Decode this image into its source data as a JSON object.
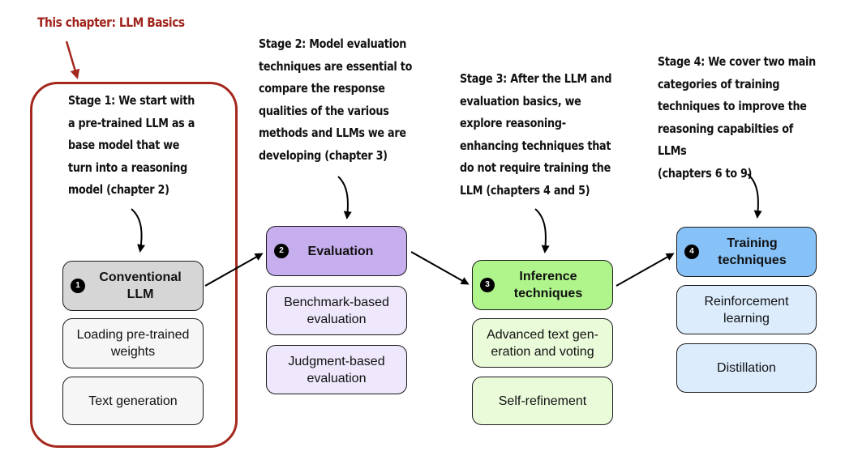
{
  "chapter_label": "This chapter: LLM Basics",
  "colors": {
    "chapter_red": "#a4281e",
    "stage1_head": "#d6d6d6",
    "stage1_item": "#f6f6f6",
    "stage2_head": "#c7aeee",
    "stage2_item": "#efe7fb",
    "stage3_head": "#b0f58c",
    "stage3_item": "#e9fbd9",
    "stage4_head": "#86c1f8",
    "stage4_item": "#dcecfd"
  },
  "stages": [
    {
      "description": "Stage 1: We start with\na pre-trained LLM as a\nbase model that we\nturn into a reasoning\nmodel (chapter 2)",
      "badge": "1",
      "head": "Conventional\nLLM",
      "items": [
        "Loading pre-trained\nweights",
        "Text generation"
      ]
    },
    {
      "description": "Stage 2: Model evaluation\ntechniques are essential to\ncompare the response\nqualities of the various\nmethods and LLMs we are\ndeveloping (chapter 3)",
      "badge": "2",
      "head": "Evaluation",
      "items": [
        "Benchmark-based\nevaluation",
        "Judgment-based\nevaluation"
      ]
    },
    {
      "description": "Stage 3: After the LLM and\nevaluation basics, we\nexplore reasoning-\nenhancing techniques that\ndo not require training the\nLLM (chapters 4 and 5)",
      "badge": "3",
      "head": "Inference\ntechniques",
      "items": [
        "Advanced text gen-\neration and voting",
        "Self-refinement"
      ]
    },
    {
      "description": "Stage 4: We cover two main\ncategories of training\ntechniques to improve the\nreasoning capabilties of LLMs\n(chapters 6 to 9)",
      "badge": "4",
      "head": "Training\ntechniques",
      "items": [
        "Reinforcement\nlearning",
        "Distillation"
      ]
    }
  ]
}
